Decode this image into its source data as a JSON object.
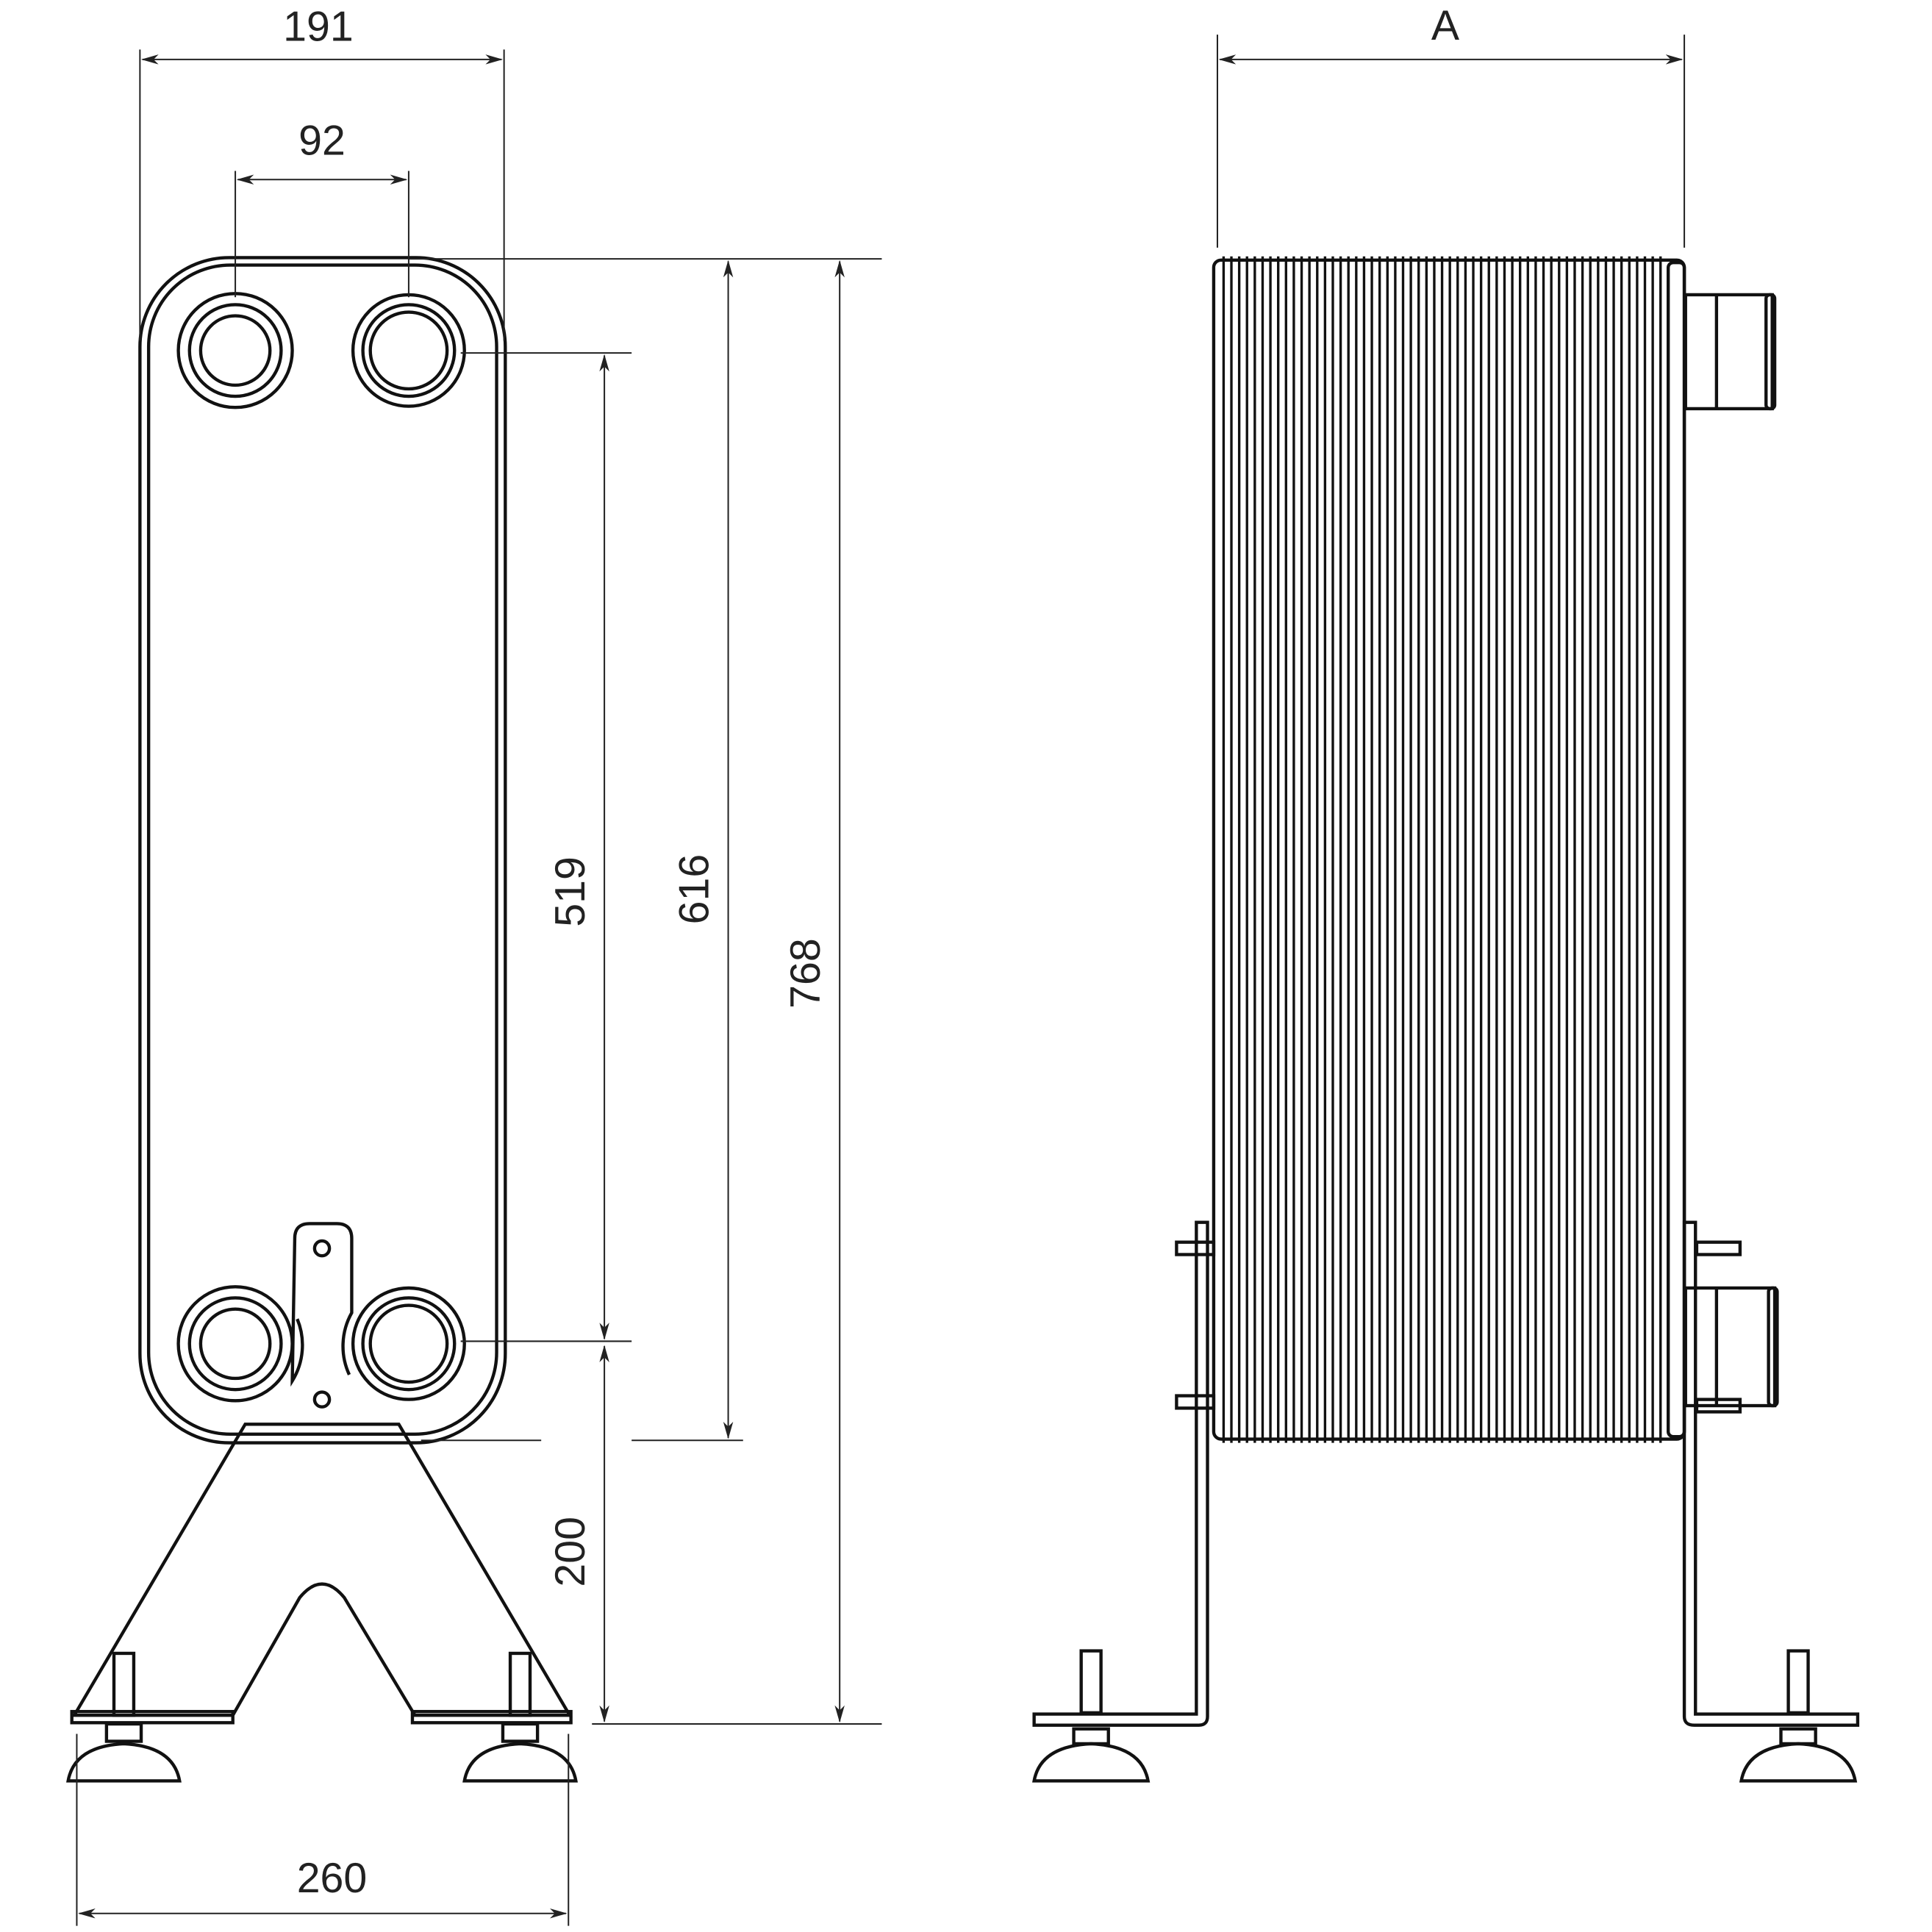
{
  "dimensions": {
    "plate_width": "191",
    "port_spacing": "92",
    "port_center_height": "519",
    "plate_height": "616",
    "total_height": "768",
    "stand_height": "200",
    "stand_width": "260",
    "pack_length": "A"
  },
  "colors": {
    "plate": "#e8ecf3",
    "cold_port": "#8db8de",
    "hot_port": "#e5663a",
    "outline": "#111111"
  }
}
